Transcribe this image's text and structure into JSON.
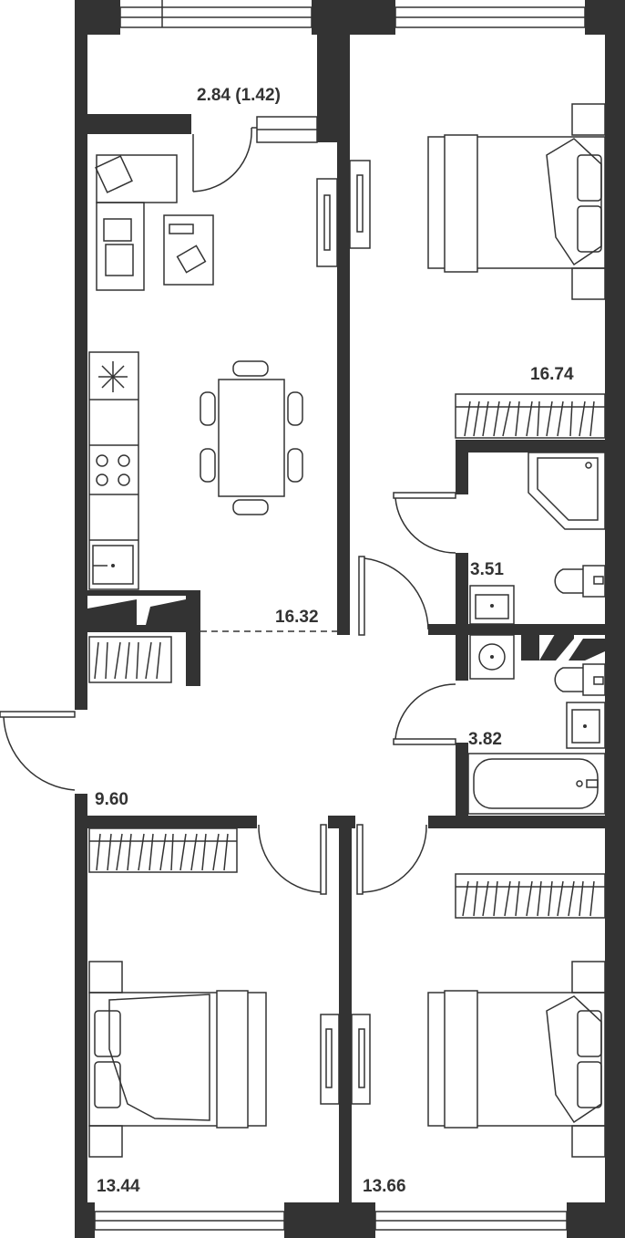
{
  "plan": {
    "rooms": [
      {
        "id": "balcony",
        "area": "2.84 (1.42)"
      },
      {
        "id": "bedroom-top-right",
        "area": "16.74"
      },
      {
        "id": "kitchen-living",
        "area": "16.32"
      },
      {
        "id": "bathroom-upper",
        "area": "3.51"
      },
      {
        "id": "bathroom-lower",
        "area": "3.82"
      },
      {
        "id": "hallway",
        "area": "9.60"
      },
      {
        "id": "bedroom-bottom-left",
        "area": "13.44"
      },
      {
        "id": "bedroom-bottom-right",
        "area": "13.66"
      }
    ],
    "colors": {
      "wall": "#333333",
      "background": "#ffffff"
    }
  }
}
